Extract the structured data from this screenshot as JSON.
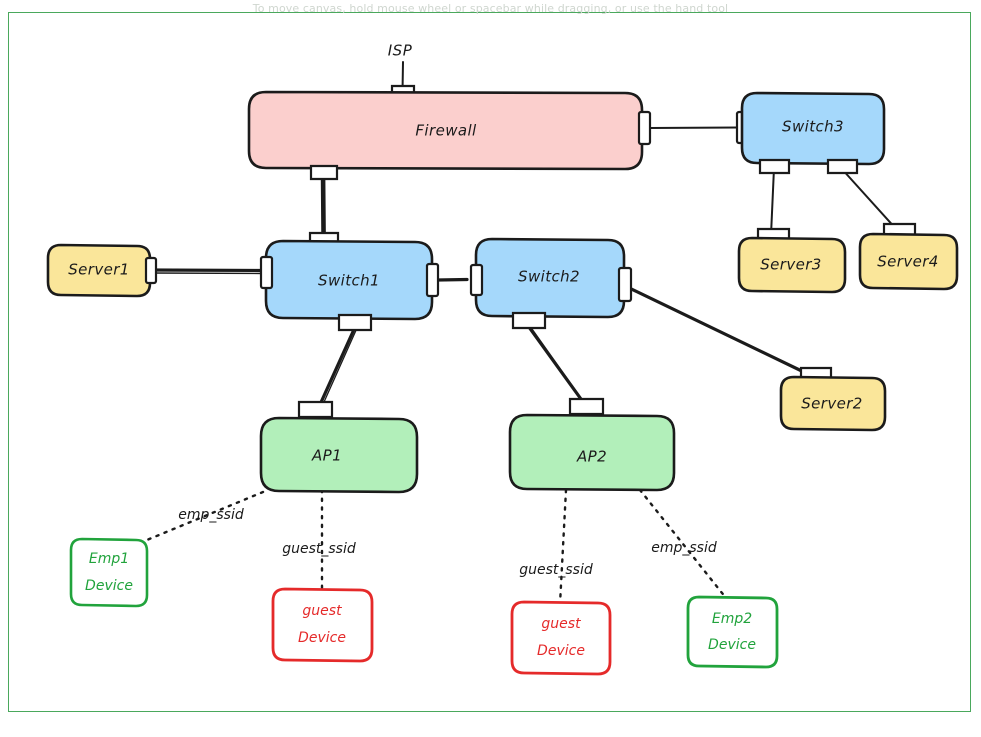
{
  "hint": {
    "text": "To move canvas, hold mouse wheel or spacebar while dragging, or use the hand tool"
  },
  "canvas": {
    "border_color": "#4aa85c",
    "background": "#ffffff"
  },
  "palette": {
    "firewall_fill": "#fbcfcd",
    "switch_fill": "#a5d8fb",
    "server_fill": "#fae69a",
    "ap_fill": "#b2efba",
    "emp_device_stroke": "#21a33c",
    "guest_device_stroke": "#e52a2a",
    "line": "#1b1b1b",
    "port_fill": "#ffffff"
  },
  "diagram": {
    "type": "network-topology",
    "external": {
      "isp_label": "ISP"
    },
    "nodes": [
      {
        "id": "firewall",
        "label": "Firewall",
        "kind": "firewall",
        "fill": "#fbcfcd"
      },
      {
        "id": "switch1",
        "label": "Switch1",
        "kind": "switch",
        "fill": "#a5d8fb"
      },
      {
        "id": "switch2",
        "label": "Switch2",
        "kind": "switch",
        "fill": "#a5d8fb"
      },
      {
        "id": "switch3",
        "label": "Switch3",
        "kind": "switch",
        "fill": "#a5d8fb"
      },
      {
        "id": "server1",
        "label": "Server1",
        "kind": "server",
        "fill": "#fae69a"
      },
      {
        "id": "server2",
        "label": "Server2",
        "kind": "server",
        "fill": "#fae69a"
      },
      {
        "id": "server3",
        "label": "Server3",
        "kind": "server",
        "fill": "#fae69a"
      },
      {
        "id": "server4",
        "label": "Server4",
        "kind": "server",
        "fill": "#fae69a"
      },
      {
        "id": "ap1",
        "label": "AP1",
        "kind": "access-point",
        "fill": "#b2efba"
      },
      {
        "id": "ap2",
        "label": "AP2",
        "kind": "access-point",
        "fill": "#b2efba"
      }
    ],
    "client_devices": [
      {
        "id": "emp1",
        "line1": "Emp1",
        "line2": "Device",
        "stroke": "#21a33c"
      },
      {
        "id": "guest1",
        "line1": "guest",
        "line2": "Device",
        "stroke": "#e52a2a"
      },
      {
        "id": "guest2",
        "line1": "guest",
        "line2": "Device",
        "stroke": "#e52a2a"
      },
      {
        "id": "emp2",
        "line1": "Emp2",
        "line2": "Device",
        "stroke": "#21a33c"
      }
    ],
    "wireless_labels": [
      {
        "id": "emp-ssid-ap1",
        "text": "emp_ssid"
      },
      {
        "id": "guest-ssid-ap1",
        "text": "guest_ssid"
      },
      {
        "id": "guest-ssid-ap2",
        "text": "guest_ssid"
      },
      {
        "id": "emp-ssid-ap2",
        "text": "emp_ssid"
      }
    ],
    "links": [
      {
        "from": "isp",
        "to": "firewall",
        "style": "thin"
      },
      {
        "from": "firewall",
        "to": "switch1",
        "style": "trunk"
      },
      {
        "from": "firewall",
        "to": "switch3",
        "style": "thin"
      },
      {
        "from": "server1",
        "to": "switch1",
        "style": "thick"
      },
      {
        "from": "switch1",
        "to": "switch2",
        "style": "thick"
      },
      {
        "from": "switch1",
        "to": "ap1",
        "style": "thick"
      },
      {
        "from": "switch2",
        "to": "ap2",
        "style": "thick"
      },
      {
        "from": "switch2",
        "to": "server2",
        "style": "thick"
      },
      {
        "from": "switch3",
        "to": "server3",
        "style": "thin"
      },
      {
        "from": "switch3",
        "to": "server4",
        "style": "thin"
      },
      {
        "from": "ap1",
        "to": "emp1",
        "style": "wireless"
      },
      {
        "from": "ap1",
        "to": "guest1",
        "style": "wireless"
      },
      {
        "from": "ap2",
        "to": "guest2",
        "style": "wireless"
      },
      {
        "from": "ap2",
        "to": "emp2",
        "style": "wireless"
      }
    ]
  }
}
